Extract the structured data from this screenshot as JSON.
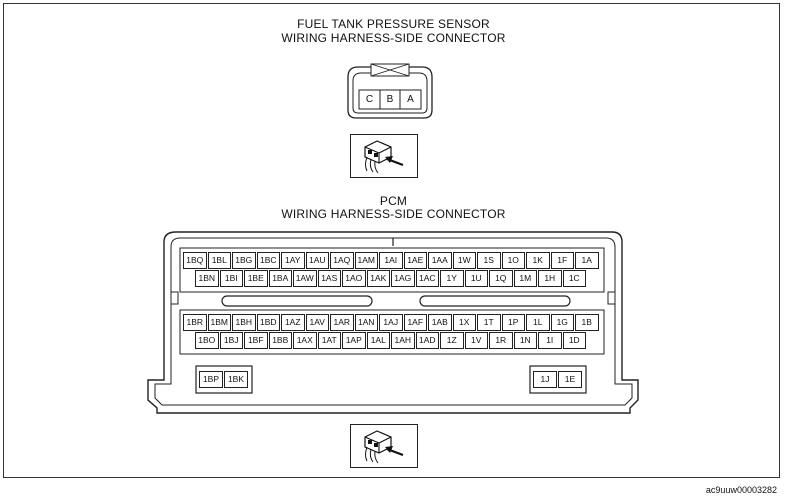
{
  "fuel_sensor": {
    "title_line1": "FUEL TANK PRESSURE SENSOR",
    "title_line2": "WIRING HARNESS-SIDE CONNECTOR",
    "pins": [
      "C",
      "B",
      "A"
    ]
  },
  "pcm": {
    "title_line1": "PCM",
    "title_line2": "WIRING HARNESS-SIDE CONNECTOR",
    "row1": [
      "1BQ",
      "1BL",
      "1BG",
      "1BC",
      "1AY",
      "1AU",
      "1AQ",
      "1AM",
      "1AI",
      "1AE",
      "1AA",
      "1W",
      "1S",
      "1O",
      "1K",
      "1F",
      "1A"
    ],
    "row2": [
      "1BN",
      "1BI",
      "1BE",
      "1BA",
      "1AW",
      "1AS",
      "1AO",
      "1AK",
      "1AG",
      "1AC",
      "1Y",
      "1U",
      "1Q",
      "1M",
      "1H",
      "1C"
    ],
    "row3": [
      "1BR",
      "1BM",
      "1BH",
      "1BD",
      "1AZ",
      "1AV",
      "1AR",
      "1AN",
      "1AJ",
      "1AF",
      "1AB",
      "1X",
      "1T",
      "1P",
      "1L",
      "1G",
      "1B"
    ],
    "row4": [
      "1BO",
      "1BJ",
      "1BF",
      "1BB",
      "1AX",
      "1AT",
      "1AP",
      "1AL",
      "1AH",
      "1AD",
      "1Z",
      "1V",
      "1R",
      "1N",
      "1I",
      "1D"
    ],
    "left_block": [
      "1BP",
      "1BK"
    ],
    "right_block": [
      "1J",
      "1E"
    ]
  },
  "footer_id": "ac9uuw00003282"
}
